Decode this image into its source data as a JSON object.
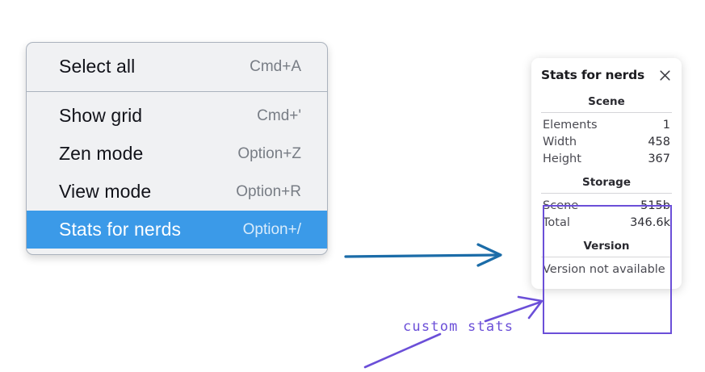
{
  "context_menu": {
    "groups": [
      {
        "items": [
          {
            "label": "Select all",
            "shortcut": "Cmd+A",
            "selected": false
          }
        ]
      },
      {
        "items": [
          {
            "label": "Show grid",
            "shortcut": "Cmd+'",
            "selected": false
          },
          {
            "label": "Zen mode",
            "shortcut": "Option+Z",
            "selected": false
          },
          {
            "label": "View mode",
            "shortcut": "Option+R",
            "selected": false
          },
          {
            "label": "Stats for nerds",
            "shortcut": "Option+/",
            "selected": true
          }
        ]
      }
    ],
    "highlight_color": "#3b9ae8"
  },
  "stats_panel": {
    "title": "Stats for nerds",
    "close_icon": "close-icon",
    "sections": [
      {
        "heading": "Scene",
        "rows": [
          {
            "label": "Elements",
            "value": "1"
          },
          {
            "label": "Width",
            "value": "458"
          },
          {
            "label": "Height",
            "value": "367"
          }
        ]
      },
      {
        "heading": "Storage",
        "rows": [
          {
            "label": "Scene",
            "value": "515b"
          },
          {
            "label": "Total",
            "value": "346.6k"
          }
        ]
      },
      {
        "heading": "Version",
        "note": "Version not available"
      }
    ]
  },
  "annotations": {
    "custom_stats_label": "custom stats",
    "annotation_color": "#6b4fd8",
    "flow_arrow_color": "#1b6ca8"
  }
}
